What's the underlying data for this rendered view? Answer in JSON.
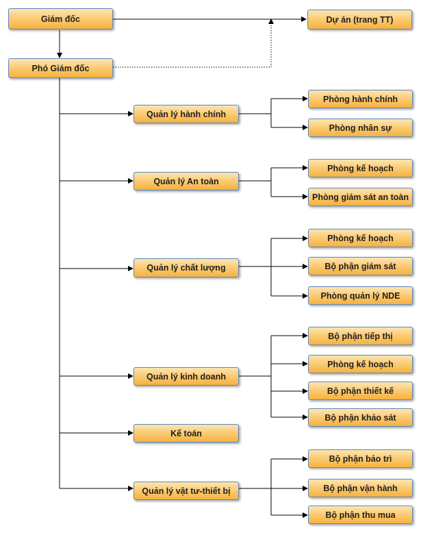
{
  "nodes": {
    "director": "Giám đốc",
    "deputy": "Phó Giám đốc",
    "project": "Dự án (trang TT)",
    "admin_mgmt": "Quản lý hành chính",
    "safety_mgmt": "Quản lý An toàn",
    "quality_mgmt": "Quản lý chất lượng",
    "business_mgmt": "Quản lý kinh doanh",
    "accounting": "Kế toán",
    "supply_mgmt": "Quản lý vật tư-thiết bị",
    "admin_office": "Phòng hành chính",
    "hr_office": "Phòng nhân sự",
    "safety_planning": "Phòng kế hoạch",
    "safety_supervision": "Phòng giám sát an toàn",
    "quality_planning": "Phòng kế hoạch",
    "quality_supervision": "Bộ phận giám sát",
    "nde_office": "Phòng quản lý NDE",
    "marketing": "Bộ phận tiếp thị",
    "business_planning": "Phòng kế hoạch",
    "design": "Bộ phận thiết kế",
    "survey": "Bộ phận khảo sát",
    "maintenance": "Bộ phận bảo trì",
    "operations": "Bộ phận vận hành",
    "purchasing": "Bộ phận thu mua"
  },
  "colors": {
    "box_border": "#5b89bd",
    "box_fill_top": "#fde5b2",
    "box_fill_bottom": "#f6b23f",
    "connector": "#000000"
  }
}
